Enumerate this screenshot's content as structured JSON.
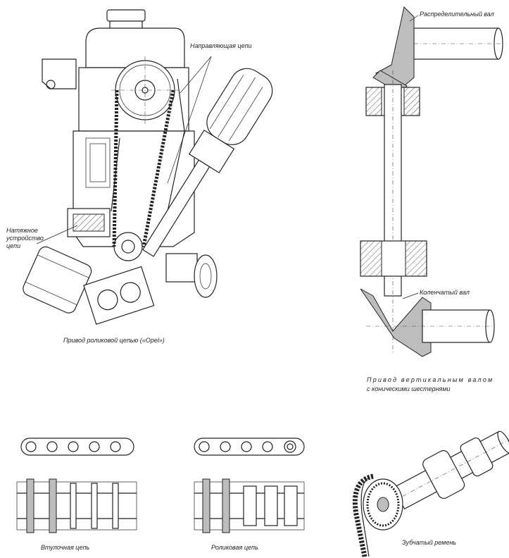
{
  "labels": {
    "chain_guide": "Направляющая цепи",
    "chain_tensioner": "Натяжное устройство цепи",
    "roller_chain_drive": "Привод роликовой цепью («Opel»)",
    "camshaft": "Распределительный вал",
    "crankshaft": "Коленчатый вал",
    "vertical_shaft_drive_line1": "Привод вертикальным валом",
    "vertical_shaft_drive_line2": "с коническими шестернями",
    "bush_chain": "Втулочная цепь",
    "roller_chain": "Роликовая цепь",
    "toothed_belt": "Зубчатый ремень"
  }
}
